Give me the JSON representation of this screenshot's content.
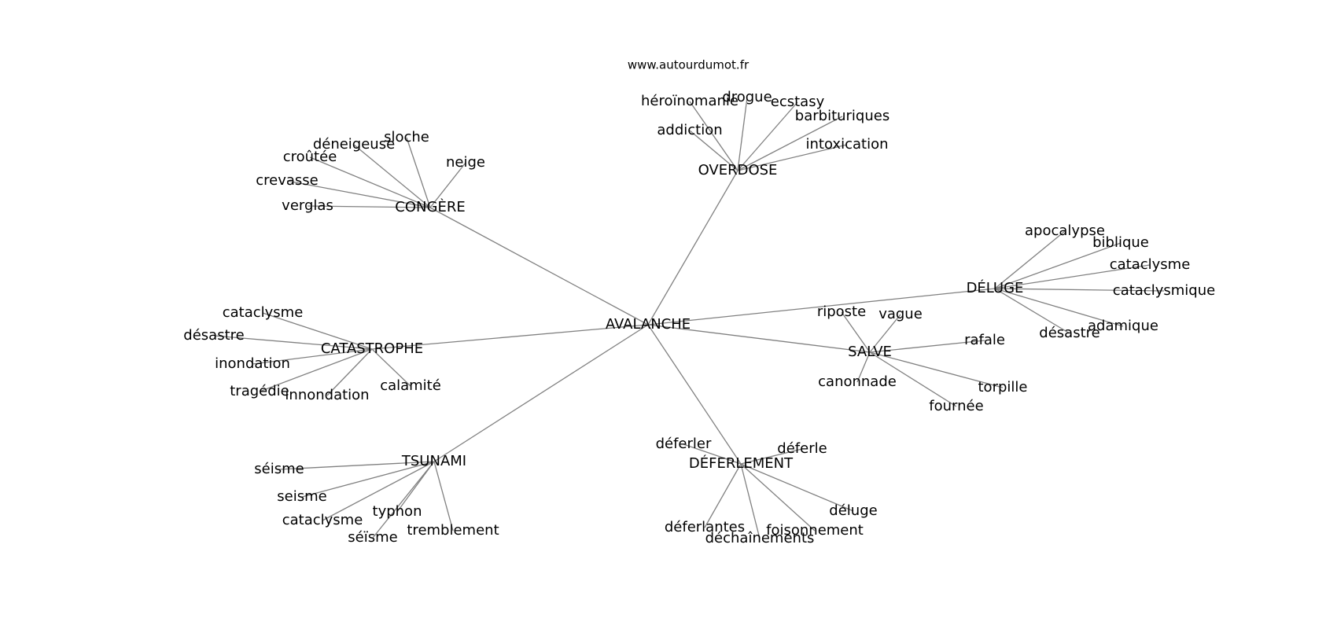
{
  "source": "www.autourdumot.fr",
  "center": "AVALANCHE",
  "clusters": [
    {
      "label": "CONGÈRE",
      "words": [
        "sloche",
        "neige",
        "déneigeuse",
        "croûtée",
        "crevasse",
        "verglas"
      ]
    },
    {
      "label": "OVERDOSE",
      "words": [
        "héroïnomanie",
        "drogue",
        "ecstasy",
        "barbituriques",
        "addiction",
        "intoxication"
      ]
    },
    {
      "label": "DÉLUGE",
      "words": [
        "apocalypse",
        "biblique",
        "cataclysme",
        "cataclysmique",
        "adamique",
        "désastre"
      ]
    },
    {
      "label": "SALVE",
      "words": [
        "riposte",
        "vague",
        "rafale",
        "canonnade",
        "torpille",
        "fournée"
      ]
    },
    {
      "label": "CATASTROPHE",
      "words": [
        "cataclysme",
        "désastre",
        "inondation",
        "tragédie",
        "innondation",
        "calamité"
      ]
    },
    {
      "label": "TSUNAMI",
      "words": [
        "séisme",
        "seisme",
        "cataclysme",
        "typhon",
        "séïsme",
        "tremblement"
      ]
    },
    {
      "label": "DÉFERLEMENT",
      "words": [
        "déferler",
        "déferle",
        "déluge",
        "déferlantes",
        "foisonnement",
        "déchaînements"
      ]
    }
  ],
  "colors": {
    "edge": "#808080",
    "text": "#000000",
    "background": "#ffffff"
  }
}
